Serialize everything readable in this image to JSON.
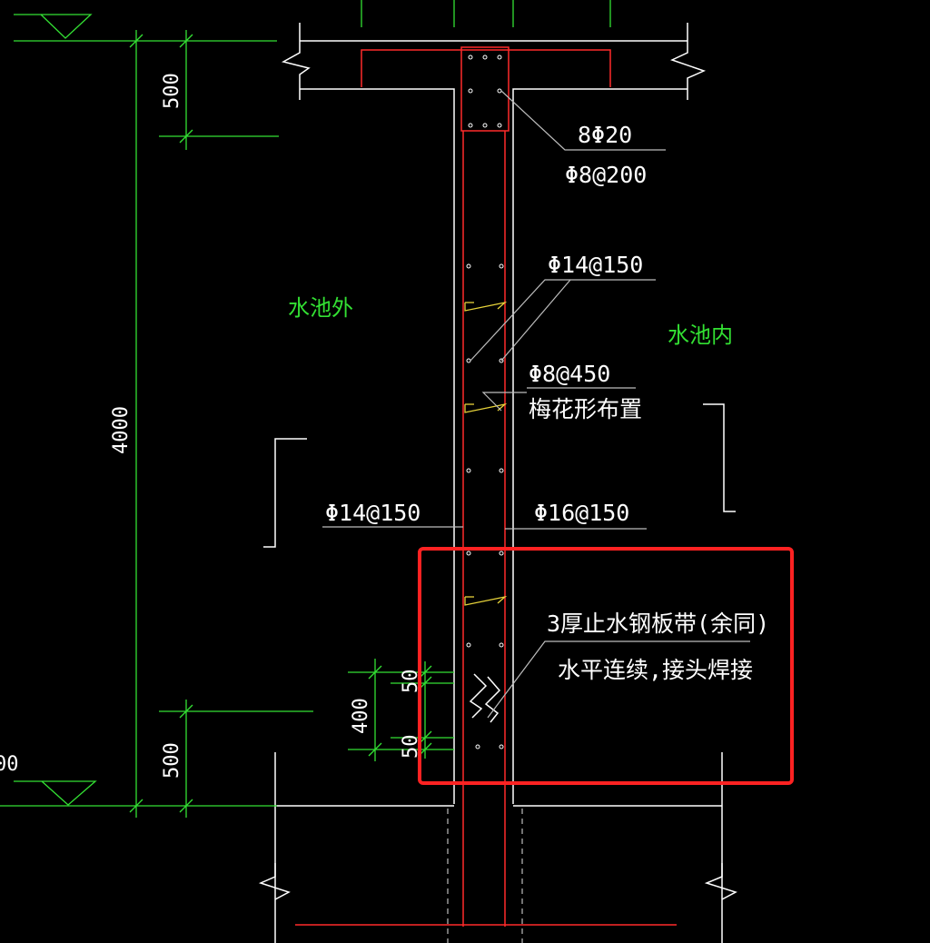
{
  "labels": {
    "outside": "水池外",
    "inside": "水池内"
  },
  "annotations": {
    "column_main": "8Φ20",
    "column_stirrup": "Φ8@200",
    "wall_horizontal_top": "Φ14@150",
    "tie_bars": "Φ8@450",
    "tie_layout": "梅花形布置",
    "wall_outer": "Φ14@150",
    "wall_inner": "Φ16@150",
    "waterstop": "3厚止水钢板带(余同)",
    "waterstop_note": "水平连续,接头焊接"
  },
  "dimensions": {
    "top_offset": "500",
    "wall_height": "4000",
    "bottom_offset": "500",
    "waterstop_height": "400",
    "waterstop_top_edge": "50",
    "waterstop_bottom_edge": "50",
    "elevation_partial": "00"
  },
  "colors": {
    "background": "#000000",
    "outline": "#ffffff",
    "dimension": "#33e033",
    "rebar": "#ff2a2a",
    "tie": "#e6d23a",
    "highlight": "#ff2222"
  }
}
